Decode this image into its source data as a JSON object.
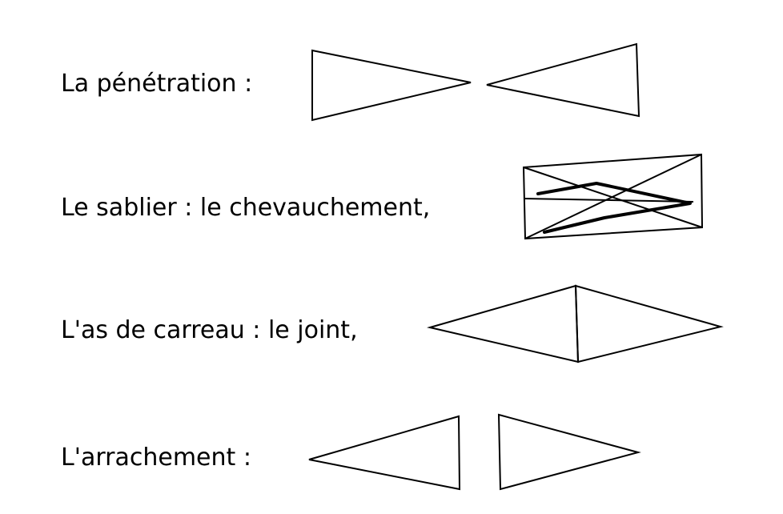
{
  "rows": [
    {
      "label": "La pénétration  :"
    },
    {
      "label": "Le sablier : le chevauchement,"
    },
    {
      "label": "L'as de carreau : le joint,"
    },
    {
      "label": "L'arrachement :"
    }
  ],
  "colors": {
    "ink": "#000000",
    "background": "#ffffff"
  }
}
